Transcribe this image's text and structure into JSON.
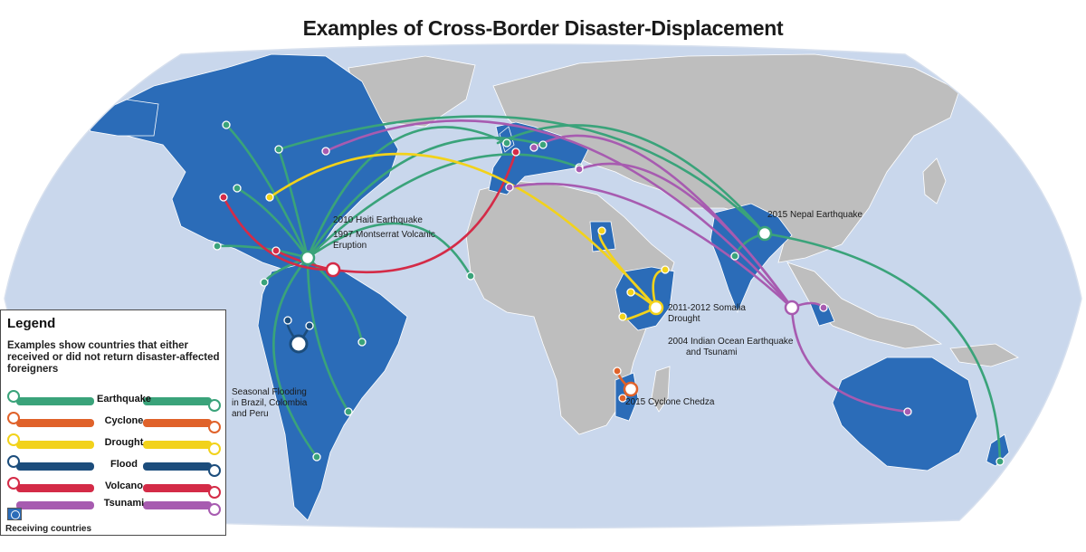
{
  "title": "Examples of Cross-Border Disaster-Displacement",
  "colors": {
    "ocean": "#c9d7ec",
    "land": "#bebebe",
    "receiving": "#2b6cb8",
    "earthquake": "#3aa37a",
    "cyclone": "#e0622a",
    "drought": "#f2d21b",
    "flood": "#1c4d7c",
    "volcano": "#d42b47",
    "tsunami": "#a75bb0"
  },
  "annotations": [
    {
      "id": "haiti",
      "lines": [
        "2010 Haiti Earthquake"
      ]
    },
    {
      "id": "montserrat",
      "lines": [
        "1997 Montserrat Volcanic",
        "Eruption"
      ]
    },
    {
      "id": "nepal",
      "lines": [
        "2015 Nepal Earthquake"
      ]
    },
    {
      "id": "somalia",
      "lines": [
        "2011-2012 Somalia",
        "Drought"
      ]
    },
    {
      "id": "tsunami",
      "lines": [
        "2004 Indian Ocean Earthquake",
        "and Tsunami"
      ]
    },
    {
      "id": "chedza",
      "lines": [
        "2015 Cyclone Chedza"
      ]
    },
    {
      "id": "flooding",
      "lines": [
        "Seasonal Flooding",
        "in Brazil, Colombia",
        "and Peru"
      ]
    }
  ],
  "legend": {
    "title": "Legend",
    "description": "Examples show countries that either received or did not return disaster-affected foreigners",
    "items": [
      {
        "label": "Earthquake",
        "icon": "earthquake-icon",
        "color": "#3aa37a"
      },
      {
        "label": "Cyclone",
        "icon": "cyclone-icon",
        "color": "#e0622a"
      },
      {
        "label": "Drought",
        "icon": "drought-icon",
        "color": "#f2d21b"
      },
      {
        "label": "Flood",
        "icon": "flood-icon",
        "color": "#1c4d7c"
      },
      {
        "label": "Volcano",
        "icon": "volcano-icon",
        "color": "#d42b47"
      },
      {
        "label": "Tsunami",
        "icon": "tsunami-icon",
        "color": "#a75bb0"
      }
    ],
    "receiving_label": "Receiving countries"
  }
}
